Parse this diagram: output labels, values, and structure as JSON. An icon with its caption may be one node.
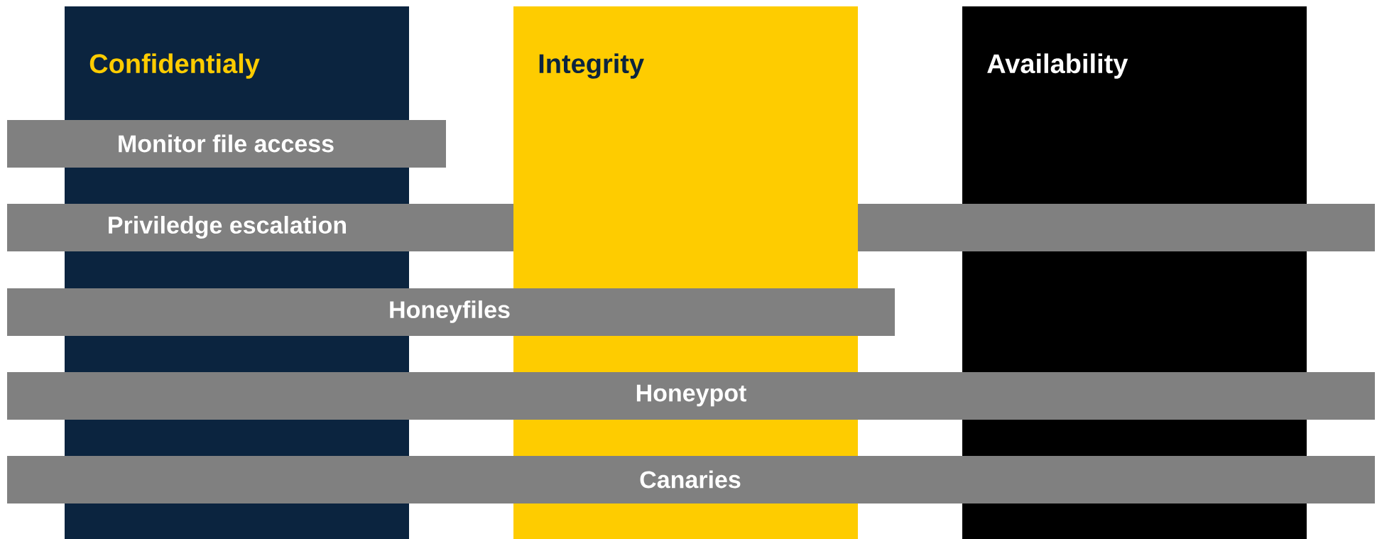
{
  "diagram": {
    "nodes": [
      {
        "text": [
          "Confidentialy"
        ]
      },
      {
        "text": [
          "Integrity"
        ]
      },
      {
        "text": [
          "Availability"
        ]
      },
      {
        "text": [
          "Monitor file access"
        ]
      },
      {
        "text": [
          "Priviledge escalation"
        ]
      },
      {
        "text": [
          "Honeyfiles"
        ]
      },
      {
        "text": [
          "Honeypot"
        ]
      },
      {
        "text": [
          "Canaries"
        ]
      }
    ]
  }
}
